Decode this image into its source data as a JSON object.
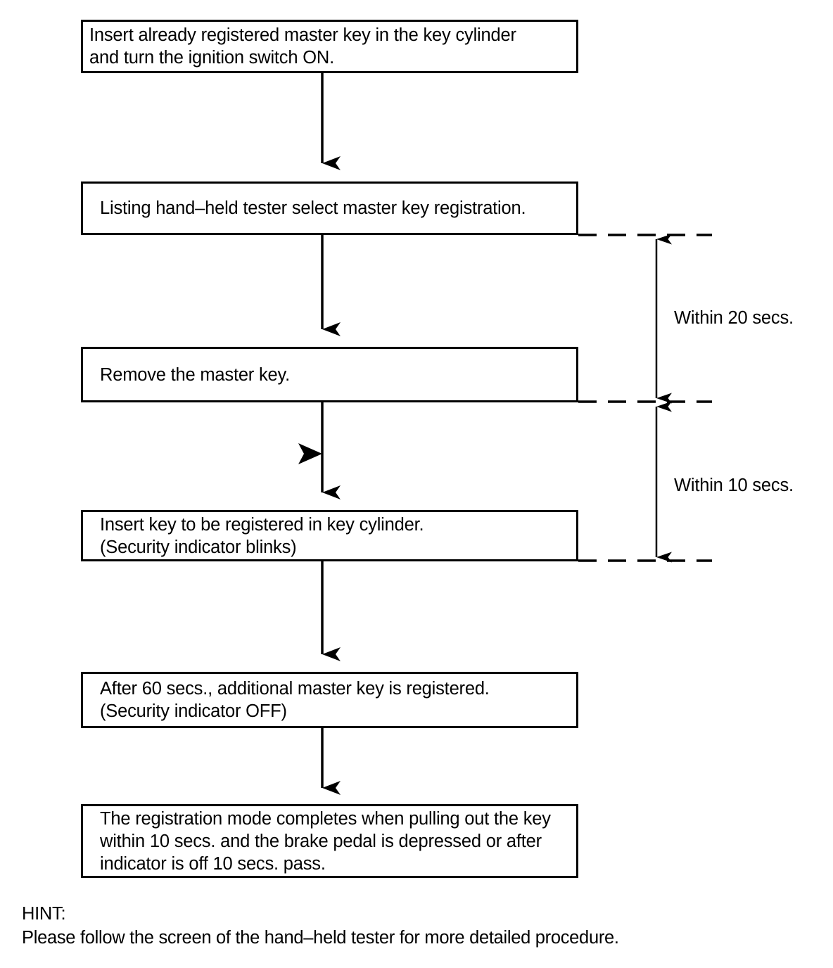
{
  "diagram": {
    "type": "flowchart",
    "title_visible": false,
    "ink_color": "#000000",
    "background_color": "#ffffff",
    "steps": [
      {
        "id": "step-1",
        "lines": [
          "Insert already registered master key in the key cylinder",
          "and turn the ignition switch ON."
        ]
      },
      {
        "id": "step-2",
        "lines": [
          "Listing hand–held tester select master key registration."
        ]
      },
      {
        "id": "step-3",
        "lines": [
          "Remove the master key."
        ]
      },
      {
        "id": "step-4",
        "lines": [
          "Insert key to be registered in key cylinder.",
          "(Security indicator blinks)"
        ]
      },
      {
        "id": "step-5",
        "lines": [
          "After 60 secs., additional master key is registered.",
          "(Security indicator OFF)"
        ]
      },
      {
        "id": "step-6",
        "lines": [
          "The registration mode completes when pulling out the key",
          "within 10 secs. and the brake pedal is depressed or after",
          "indicator is off 10 secs. pass."
        ]
      }
    ],
    "timing_annotations": [
      {
        "id": "timing-20",
        "label": "Within 20 secs.",
        "from_step": "step-2",
        "to_step": "step-3"
      },
      {
        "id": "timing-10",
        "label": "Within 10 secs.",
        "from_step": "step-3",
        "to_step": "step-4"
      }
    ],
    "hint": {
      "heading": "HINT:",
      "text": "Please follow the screen of the hand–held tester for more detailed procedure."
    }
  }
}
